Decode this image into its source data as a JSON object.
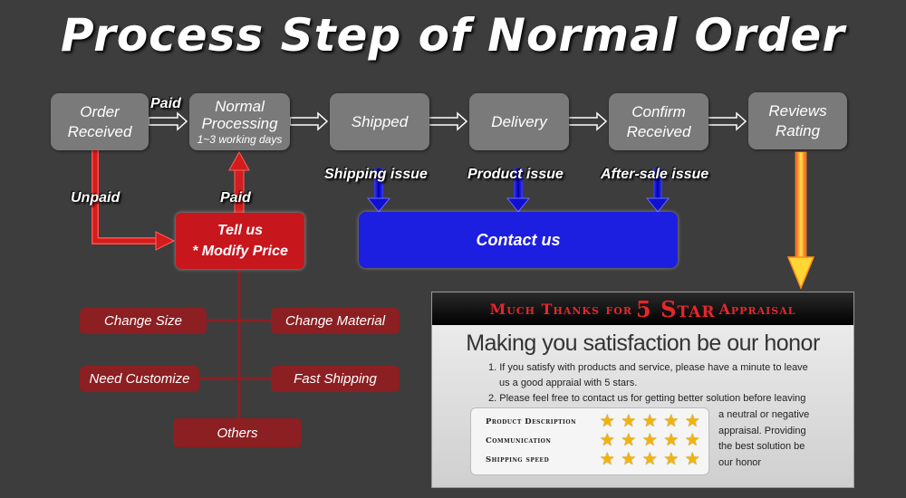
{
  "title": "Process Step of Normal Order",
  "steps": [
    {
      "line1": "Order",
      "line2": "Received"
    },
    {
      "line1": "Normal",
      "line2": "Processing",
      "sub": "1~3 working days"
    },
    {
      "line1": "Shipped"
    },
    {
      "line1": "Delivery"
    },
    {
      "line1": "Confirm",
      "line2": "Received"
    },
    {
      "line1": "Reviews",
      "line2": "Rating"
    }
  ],
  "labels": {
    "paid_top": "Paid",
    "unpaid": "Unpaid",
    "paid_up": "Paid",
    "shipping_issue": "Shipping issue",
    "product_issue": "Product issue",
    "aftersale_issue": "After-sale issue"
  },
  "tell_us": {
    "line1": "Tell us",
    "line2": "* Modify Price"
  },
  "options": {
    "change_size": "Change Size",
    "change_material": "Change Material",
    "need_customize": "Need Customize",
    "fast_shipping": "Fast Shipping",
    "others": "Others"
  },
  "contact": "Contact us",
  "panel": {
    "head_pre": "Much Thanks for",
    "head_big": "5 Star",
    "head_post": "Appraisal",
    "honor": "Making you satisfaction be our honor",
    "point1a": "1. If you satisfy with products and service, please have a minute to leave",
    "point1b": "us a good appraial with 5 stars.",
    "point2a": "2. Please feel free to contact us for getting better solution before leaving",
    "side": [
      "a neutral or negative",
      "appraisal. Providing",
      "the best solution be",
      "our honor"
    ],
    "ratings": [
      {
        "name": "Product Description",
        "stars": 5
      },
      {
        "name": "Communication",
        "stars": 5
      },
      {
        "name": "Shipping speed",
        "stars": 5
      }
    ]
  },
  "colors": {
    "background": "#3d3d3d",
    "step_box": "#7a7a7a",
    "red": "#c8161d",
    "dark_red": "#8b1f22",
    "blue": "#1c1ee0",
    "star": "#f2b40a"
  }
}
